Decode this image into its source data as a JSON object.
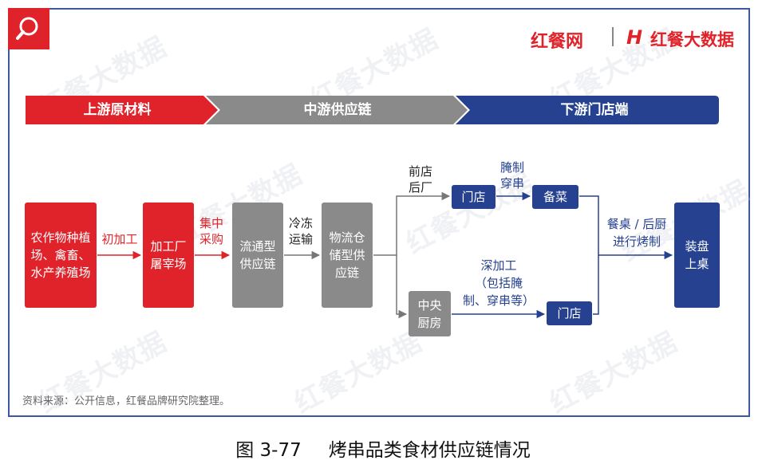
{
  "brand": {
    "name1": "红餐网",
    "logo_mark": "H",
    "name2": "红餐大数据"
  },
  "watermark": "红餐大数据",
  "stages": [
    {
      "label": "上游原材料",
      "color": "#e0232a"
    },
    {
      "label": "中游供应链",
      "color": "#8a8a8a"
    },
    {
      "label": "下游门店端",
      "color": "#26418f"
    }
  ],
  "nodes": {
    "farm": "农作物种植场、禽畜、水产养殖场",
    "plant": "加工厂屠宰场",
    "logistics": "流通型供应链",
    "warehouse": "物流仓储型供应链",
    "store_front": "门店",
    "central_kitchen": "中央厨房",
    "prep": "备菜",
    "store_back": "门店",
    "serve": "装盘上桌"
  },
  "edge_labels": {
    "primary_processing": "初加工",
    "centralized_purchase": "集中采购",
    "cold_chain": "冷冻运输",
    "front_store_factory": "前店后厂",
    "marinate_skewer": "腌制穿串",
    "deep_processing_1": "深加工",
    "deep_processing_2": "（包括腌",
    "deep_processing_3": "制、穿串等）",
    "dine_kitchen": "餐桌 / 后厨进行烤制"
  },
  "source": "资料来源：公开信息，红餐品牌研究院整理。",
  "caption": {
    "number": "图 3-77",
    "title": "烤串品类食材供应链情况"
  },
  "colors": {
    "red": "#e0232a",
    "gray": "#8a8a8a",
    "blue": "#26418f",
    "frame": "#3b57a6"
  }
}
